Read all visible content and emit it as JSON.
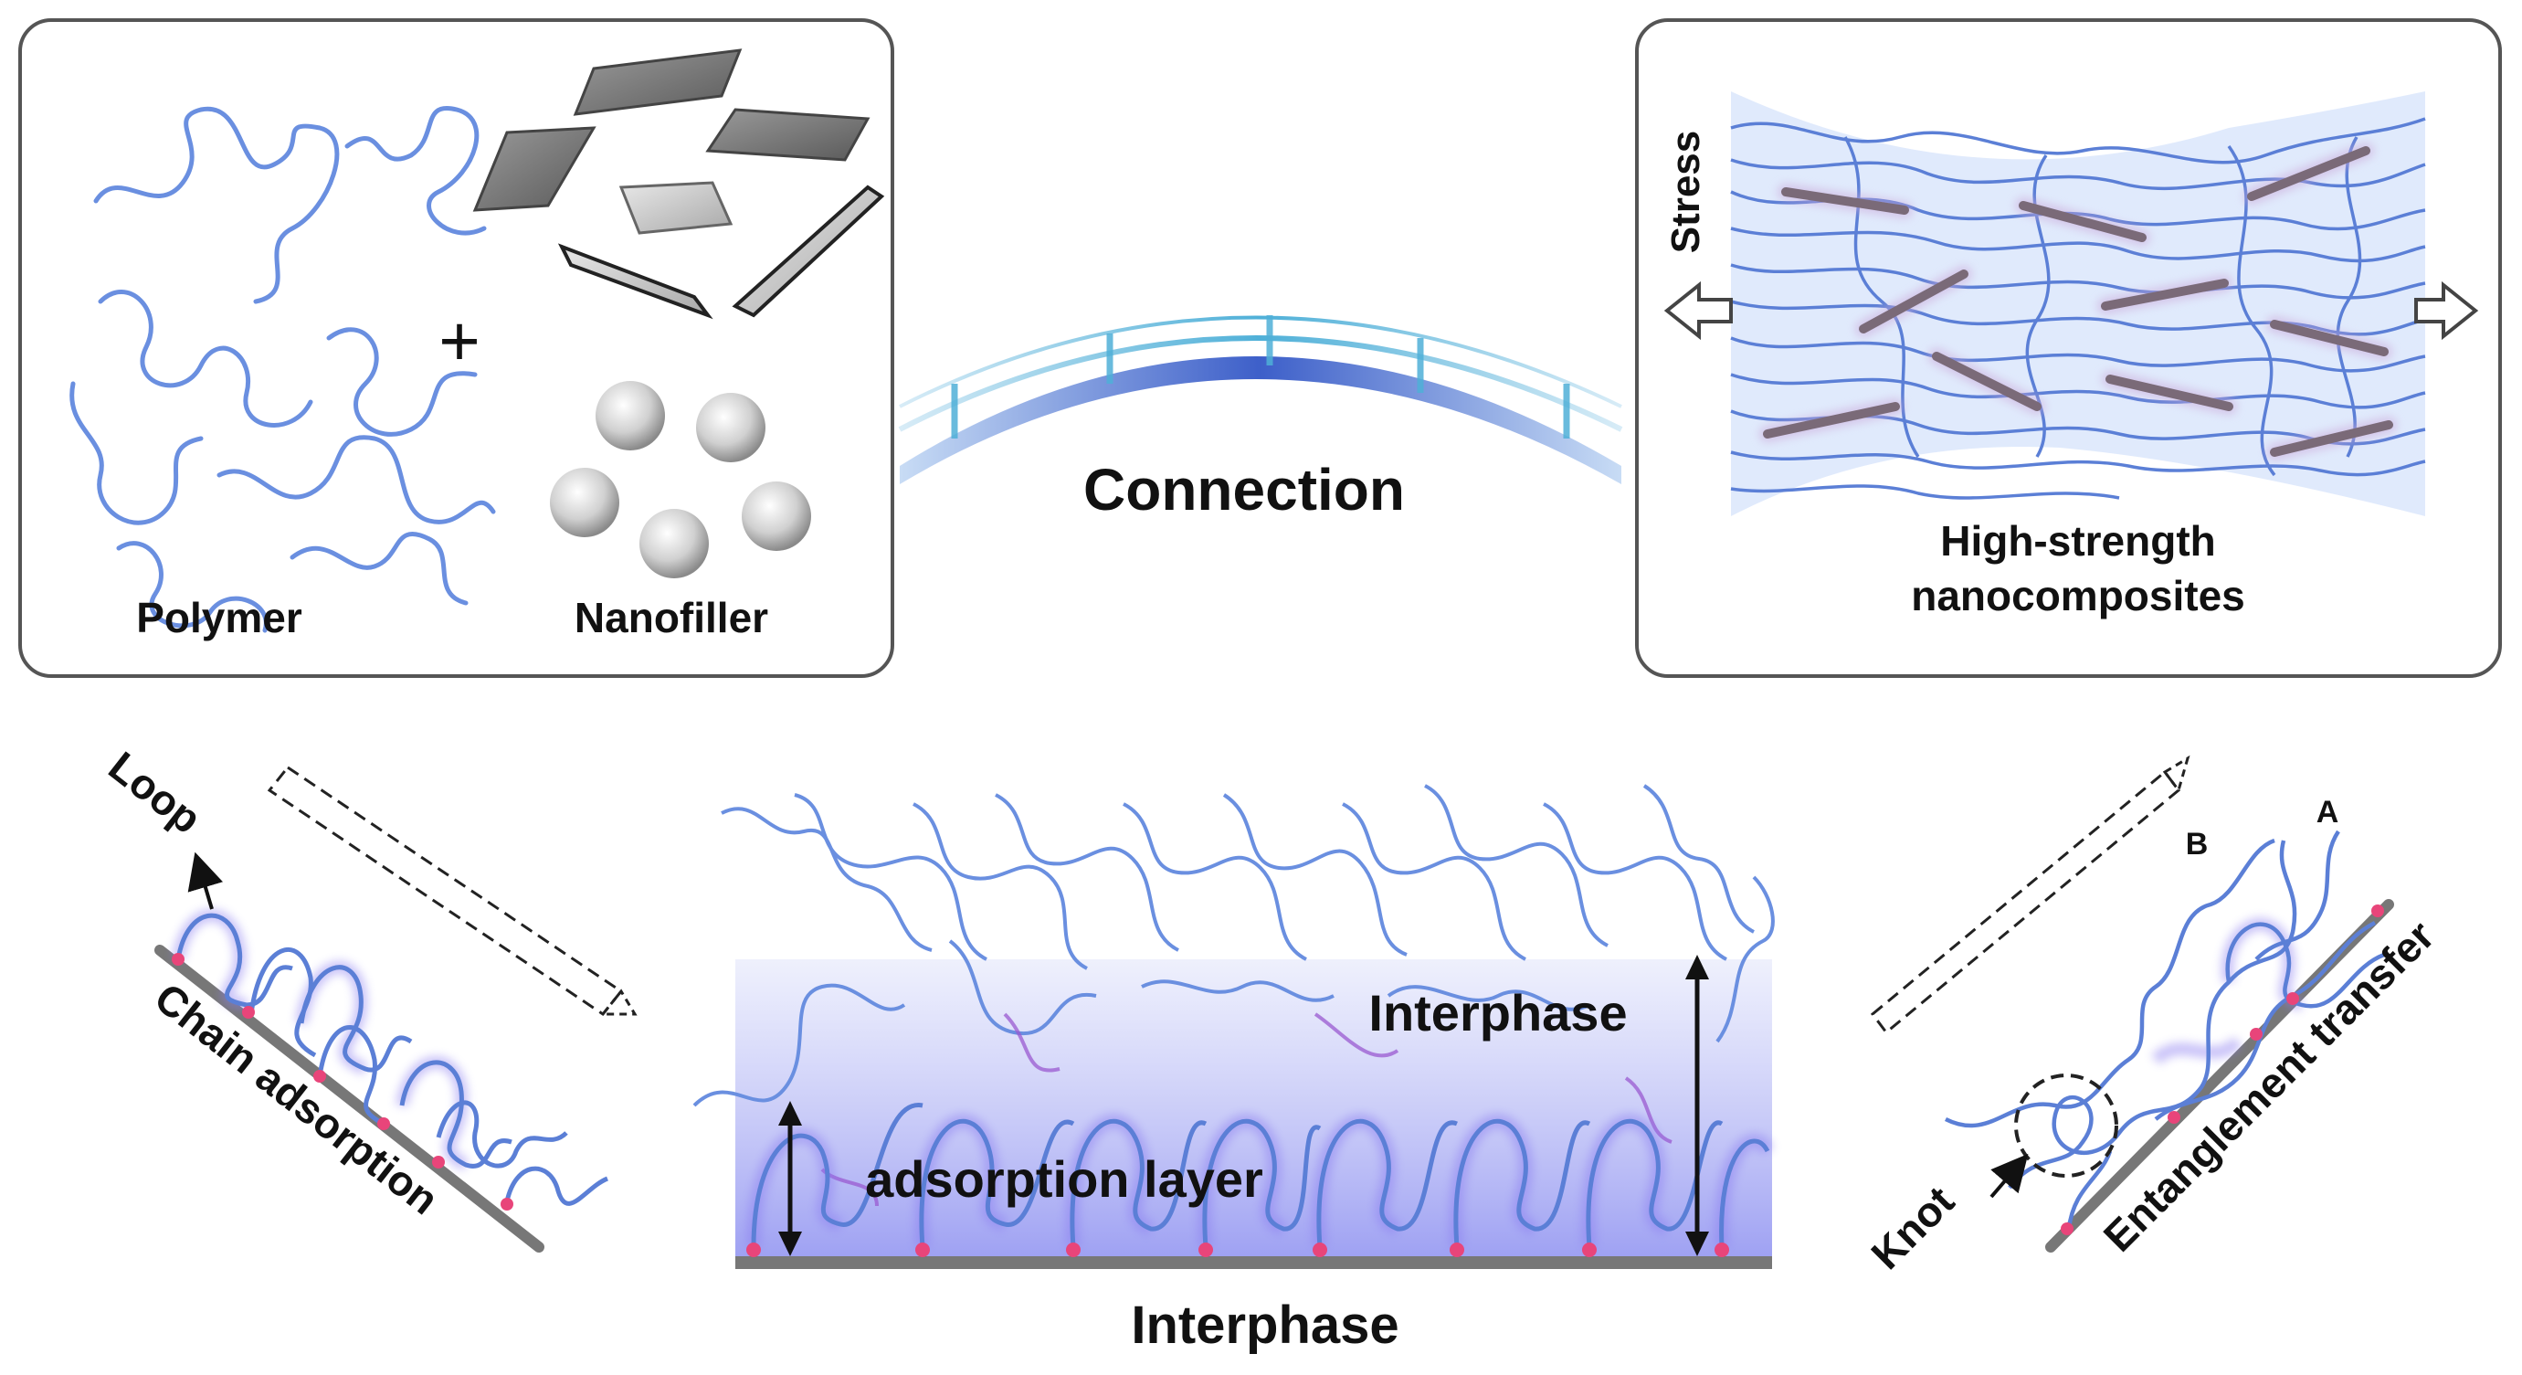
{
  "panels": {
    "materials": {
      "polymer_label": "Polymer",
      "plus_sign": "+",
      "nanofiller_label": "Nanofiller"
    },
    "connection": {
      "label": "Connection"
    },
    "result": {
      "stress_label": "Stress",
      "title_line1": "High-strength",
      "title_line2": "nanocomposites"
    }
  },
  "bottom": {
    "adsorption": {
      "loop_label": "Loop",
      "caption": "Chain adsorption"
    },
    "interphase": {
      "interphase_inner_label": "Interphase",
      "adsorption_layer_label": "adsorption layer",
      "caption": "Interphase"
    },
    "entanglement": {
      "label_a": "A",
      "label_b": "B",
      "knot_label": "Knot",
      "caption": "Entanglement transfer"
    }
  },
  "colors": {
    "chain": "#5b7fd6",
    "chain_glow": "#8a7cf0",
    "anchor": "#e8457a",
    "rod": "#7a6a78",
    "surface": "#777777",
    "panel_border": "#555555"
  }
}
